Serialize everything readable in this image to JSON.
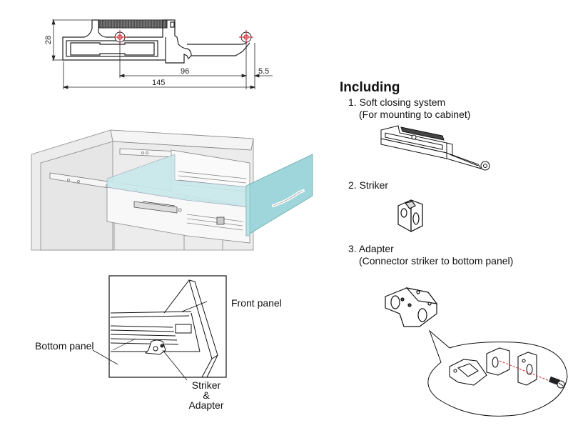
{
  "dimension_drawing": {
    "height_label": "28",
    "spacing_label": "96",
    "offset_label": "5.5",
    "length_label": "145"
  },
  "including": {
    "title": "Including",
    "items": [
      {
        "number": "1.",
        "label": "Soft closing system",
        "note": "(For mounting to cabinet)"
      },
      {
        "number": "2.",
        "label": "Striker",
        "note": ""
      },
      {
        "number": "3.",
        "label": "Adapter",
        "note": "(Connector striker to bottom panel)"
      }
    ]
  },
  "detail_view": {
    "front_panel_label": "Front panel",
    "bottom_panel_label": "Bottom panel",
    "striker_label_line1": "Striker",
    "striker_label_line2": "&",
    "striker_label_line3": "Adapter"
  },
  "colors": {
    "drawer_front": "#9fd6dc",
    "drawer_side": "#c8e8ea",
    "cabinet": "#ebebeb",
    "marker_red": "#d0212c"
  }
}
